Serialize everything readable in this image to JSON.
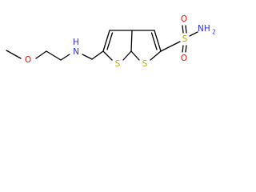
{
  "molecule": {
    "colors": {
      "bond": "#000000",
      "oxygen": "#e8120c",
      "nitrogen": "#2d2dff",
      "sulfur": "#b8a812"
    },
    "atoms": {
      "methoxy_o": "O",
      "amine_n": "N",
      "amine_h": "H",
      "thiophene_s1": "S",
      "thiophene_s2": "S",
      "sulfonyl_s": "S",
      "sulfonyl_o_top": "O",
      "sulfonyl_o_bottom": "O",
      "sulfonamide_nh2": "NH",
      "sulfonamide_nh2_sub": "2"
    }
  }
}
